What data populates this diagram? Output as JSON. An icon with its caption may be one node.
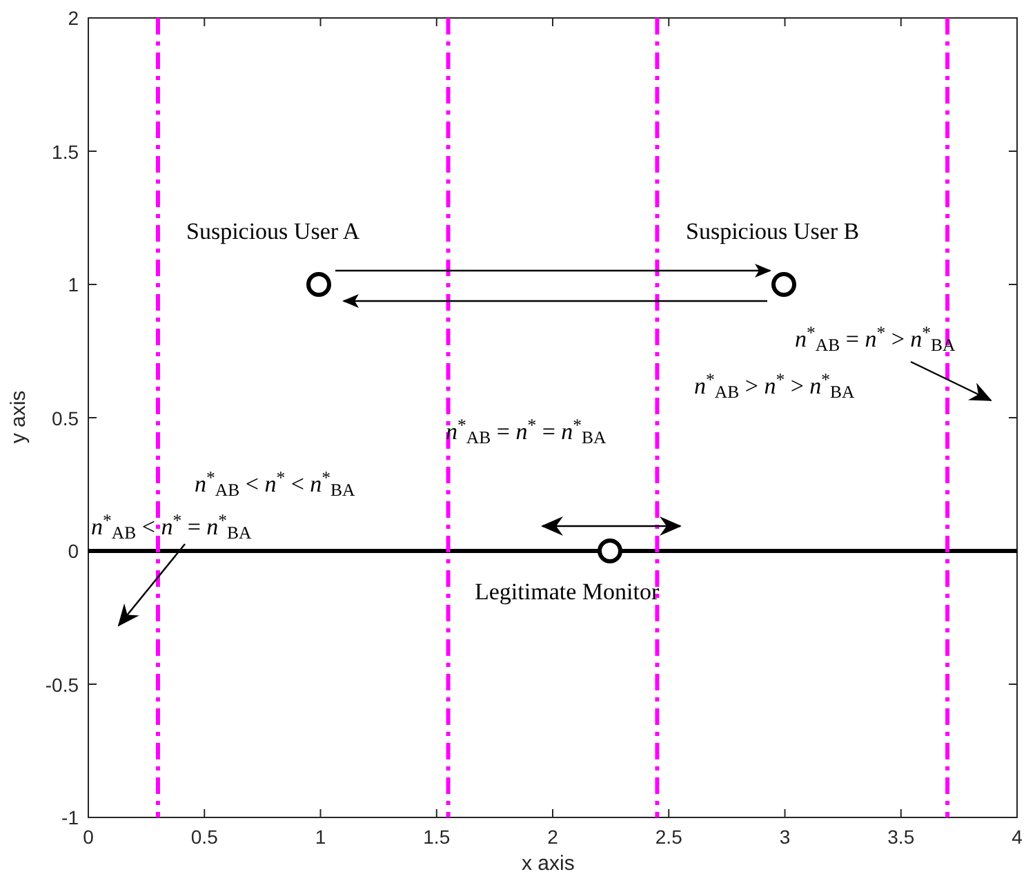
{
  "diagram": {
    "nodes": [
      {
        "text": [],
        "shape": "circle",
        "beside": [
          "Suspicious User A"
        ]
      },
      {
        "text": [],
        "shape": "circle",
        "beside": [
          "Suspicious User B"
        ]
      },
      {
        "text": [],
        "shape": "circle",
        "beside": [
          "Legitimate Monitor"
        ]
      },
      {
        "text": [
          "*n*$^{*}$$_{AB}$ = *n*$^{*}$ > *n*$^{*}$$_{BA}$"
        ]
      },
      {
        "text": [
          "*n*$^{*}$$_{AB}$ < *n*$^{*}$ = *n*$^{*}$$_{BA}$"
        ]
      }
    ],
    "edges": [
      {
        "from": 0,
        "to": 1,
        "arrow": "to"
      },
      {
        "from": 1,
        "to": 0,
        "arrow": "to"
      },
      {
        "from": 3,
        "to": null,
        "arrow": "to"
      },
      {
        "from": 4,
        "to": null,
        "arrow": "to"
      }
    ],
    "labels": [
      "*n*$^{*}$$_{AB}$ > *n*$^{*}$ > *n*$^{*}$$_{BA}$",
      "*n*$^{*}$$_{AB}$ = *n*$^{*}$ = *n*$^{*}$$_{BA}$",
      "*n*$^{*}$$_{AB}$ < *n*$^{*}$ < *n*$^{*}$$_{BA}$",
      "2",
      "1.5",
      "1",
      "0.5",
      "0",
      "-0.5",
      "-1",
      "0",
      "0.5",
      "1",
      "1.5",
      "2",
      "2.5",
      "3",
      "3.5",
      "4",
      "y axis",
      "x axis"
    ]
  }
}
